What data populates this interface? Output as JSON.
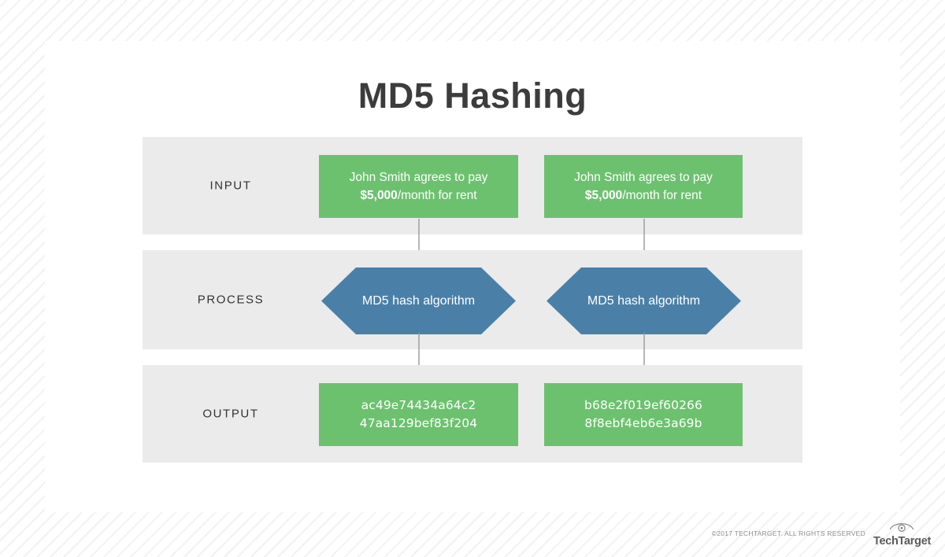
{
  "page": {
    "title": "MD5 Hashing",
    "background_pattern": "diagonal-stripes",
    "card_color": "#ffffff"
  },
  "colors": {
    "band": "#ebebeb",
    "input_box": "#6cc16f",
    "output_box": "#6cc16f",
    "process_shape": "#4a80a8",
    "title_text": "#3c3c3c",
    "label_text": "#333333",
    "arrow": "#9a9a9a"
  },
  "rows": [
    {
      "label": "INPUT",
      "shape": "rectangle",
      "items": [
        {
          "text_prefix": "John Smith agrees to pay ",
          "text_bold": "$5,000",
          "text_suffix": "/month for rent"
        },
        {
          "text_prefix": "John Smith agrees to pay ",
          "text_bold": "$5,000",
          "text_suffix": "/month for rent"
        }
      ]
    },
    {
      "label": "PROCESS",
      "shape": "hexagon",
      "items": [
        {
          "text": "MD5 hash algorithm"
        },
        {
          "text": "MD5 hash algorithm"
        }
      ]
    },
    {
      "label": "OUTPUT",
      "shape": "rectangle",
      "items": [
        {
          "line1": "ac49e74434a64c2",
          "line2": "47aa129bef83f204"
        },
        {
          "line1": "b68e2f019ef60266",
          "line2": "8f8ebf4eb6e3a69b"
        }
      ]
    }
  ],
  "connectors": [
    {
      "from": "input-1",
      "to": "process-1",
      "direction": "down"
    },
    {
      "from": "input-2",
      "to": "process-2",
      "direction": "down"
    },
    {
      "from": "process-1",
      "to": "output-1",
      "direction": "down"
    },
    {
      "from": "process-2",
      "to": "output-2",
      "direction": "down"
    }
  ],
  "footer": {
    "copyright": "©2017 TECHTARGET. ALL RIGHTS RESERVED",
    "logo_wordmark": "TechTarget",
    "logo_icon": "eye-icon"
  }
}
